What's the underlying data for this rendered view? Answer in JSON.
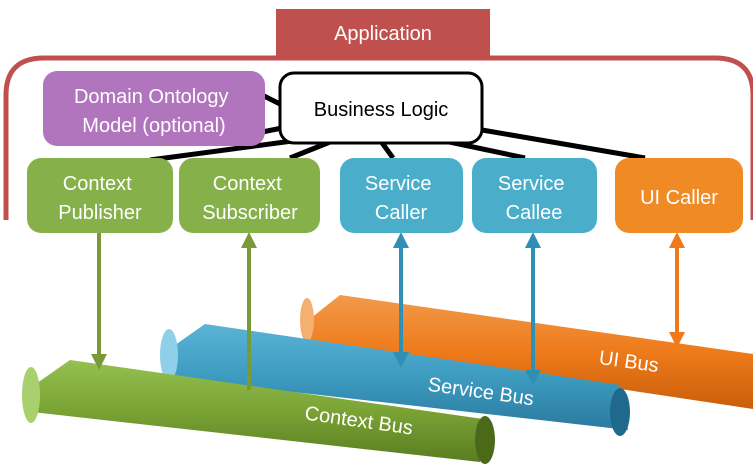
{
  "application": {
    "label": "Application",
    "color": "#c0504d"
  },
  "business_logic": {
    "label": "Business Logic"
  },
  "domain_ontology": {
    "lines": [
      "Domain Ontology",
      "Model (optional)"
    ],
    "color": "#b175bd"
  },
  "components": {
    "context_publisher": {
      "lines": [
        "Context",
        "Publisher"
      ],
      "color": "#86b04a"
    },
    "context_subscriber": {
      "lines": [
        "Context",
        "Subscriber"
      ],
      "color": "#86b04a"
    },
    "service_caller": {
      "lines": [
        "Service",
        "Caller"
      ],
      "color": "#4aaecb"
    },
    "service_callee": {
      "lines": [
        "Service",
        "Callee"
      ],
      "color": "#4aaecb"
    },
    "ui_caller": {
      "lines": [
        "UI Caller"
      ],
      "color": "#f08a24"
    }
  },
  "buses": {
    "ui_bus": {
      "label": "UI Bus",
      "color": "#ee7a1a"
    },
    "service_bus": {
      "label": "Service Bus",
      "color": "#3d9bc0"
    },
    "context_bus": {
      "label": "Context Bus",
      "color": "#7aa334"
    }
  }
}
